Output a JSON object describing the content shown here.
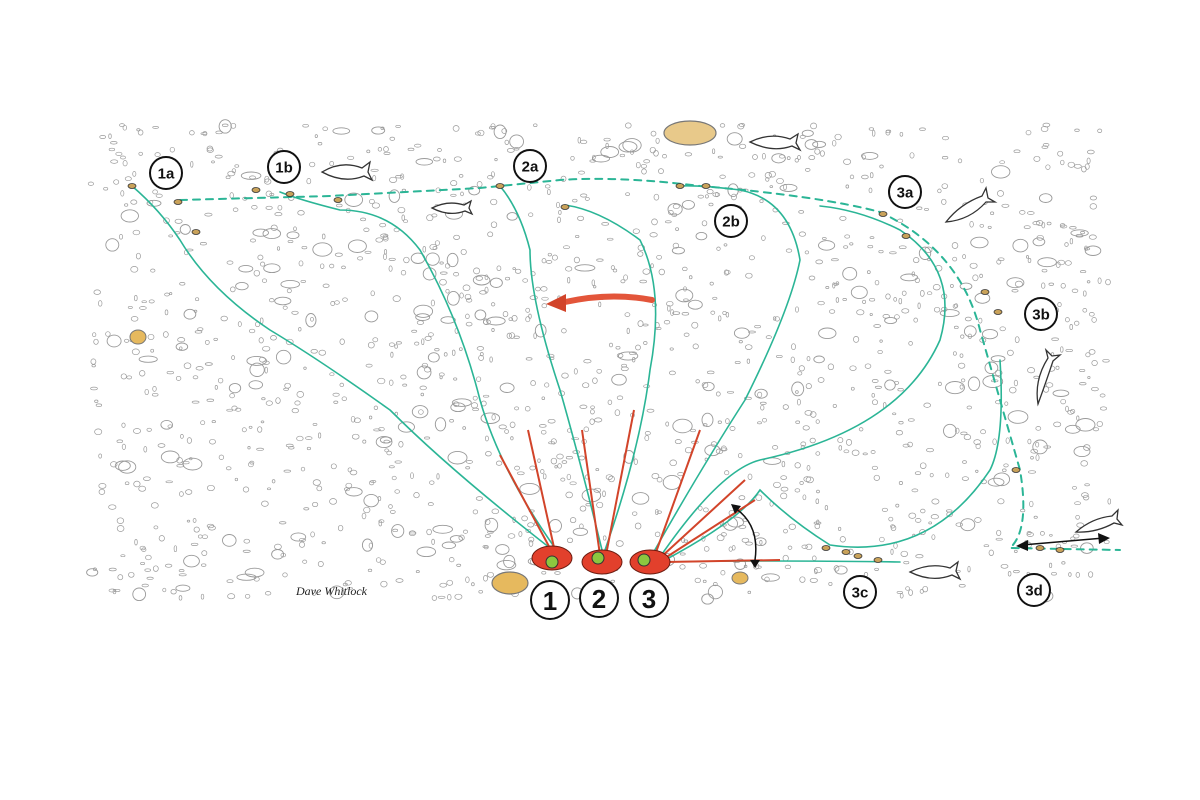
{
  "title": "",
  "colors": {
    "line": "#2bb596",
    "rod": "#d2442a",
    "angler": "#e2402c",
    "reel": "#8cc63f",
    "fly": "#c9a25a",
    "rock": "#c9c9c9"
  },
  "anglers": [
    {
      "label": "1"
    },
    {
      "label": "2"
    },
    {
      "label": "3"
    }
  ],
  "positions": [
    {
      "label": "1a"
    },
    {
      "label": "1b"
    },
    {
      "label": "2a"
    },
    {
      "label": "2b"
    },
    {
      "label": "3a"
    },
    {
      "label": "3b"
    },
    {
      "label": "3c"
    },
    {
      "label": "3d"
    }
  ],
  "signature": "Dave Whitlock"
}
